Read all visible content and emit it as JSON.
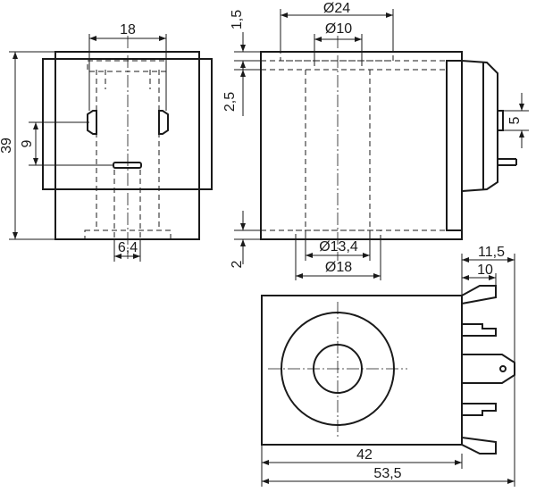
{
  "dimensions": {
    "front_width_18": "18",
    "front_height_39": "39",
    "front_height_9": "9",
    "front_width_6_4": "6,4",
    "side_dia_24": "Ø24",
    "side_dia_10": "Ø10",
    "side_top_1_5": "1,5",
    "side_left_2_5": "2,5",
    "side_bottom_2": "2",
    "side_dia_13_4": "Ø13,4",
    "side_dia_18": "Ø18",
    "side_conn_5": "5",
    "plan_11_5": "11,5",
    "plan_10": "10",
    "plan_42": "42",
    "plan_53_5": "53,5"
  }
}
